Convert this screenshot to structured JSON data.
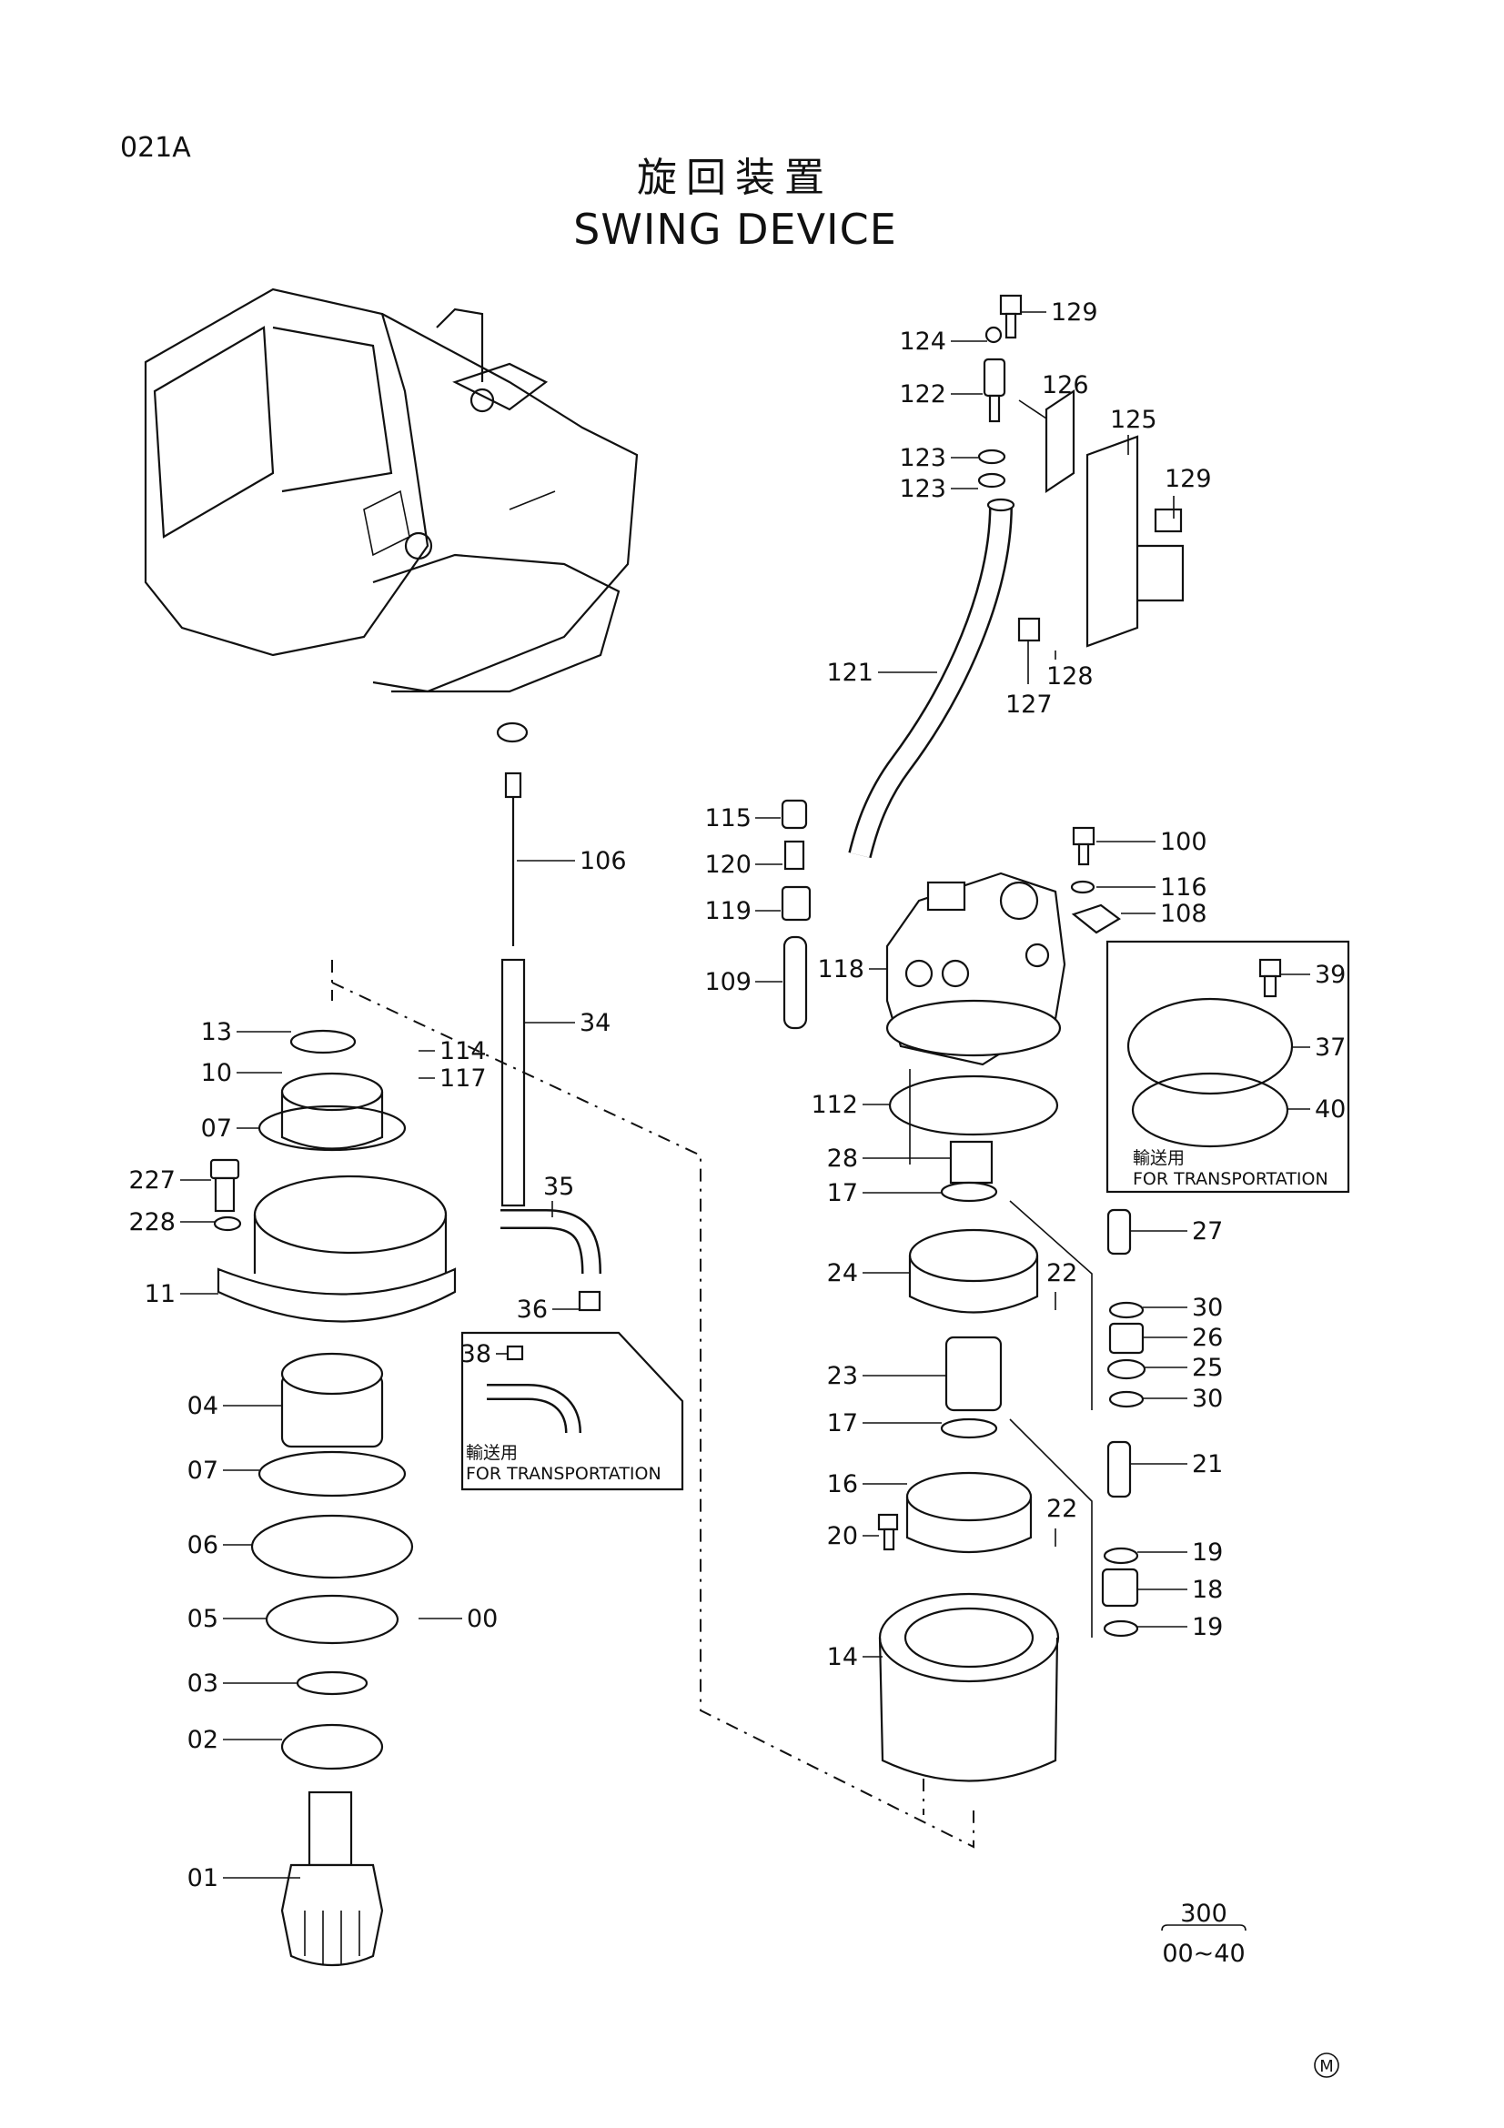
{
  "page": {
    "page_id": "021A",
    "title_jp": "旋回装置",
    "title_en": "SWING DEVICE",
    "group_number": "300",
    "group_range": "00~40",
    "mark": "M"
  },
  "insets": {
    "transport_left_label_jp": "輸送用",
    "transport_left_label_en": "FOR TRANSPORTATION",
    "transport_right_label_jp": "輸送用",
    "transport_right_label_en": "FOR TRANSPORTATION"
  },
  "callouts": [
    {
      "id": "c129a",
      "label": "129"
    },
    {
      "id": "c124",
      "label": "124"
    },
    {
      "id": "c122",
      "label": "122"
    },
    {
      "id": "c126",
      "label": "126"
    },
    {
      "id": "c125",
      "label": "125"
    },
    {
      "id": "c123a",
      "label": "123"
    },
    {
      "id": "c123b",
      "label": "123"
    },
    {
      "id": "c129b",
      "label": "129"
    },
    {
      "id": "c121",
      "label": "121"
    },
    {
      "id": "c128",
      "label": "128"
    },
    {
      "id": "c127",
      "label": "127"
    },
    {
      "id": "c115",
      "label": "115"
    },
    {
      "id": "c120",
      "label": "120"
    },
    {
      "id": "c119",
      "label": "119"
    },
    {
      "id": "c109",
      "label": "109"
    },
    {
      "id": "c118",
      "label": "118"
    },
    {
      "id": "c100",
      "label": "100"
    },
    {
      "id": "c116",
      "label": "116"
    },
    {
      "id": "c108",
      "label": "108"
    },
    {
      "id": "c39",
      "label": "39"
    },
    {
      "id": "c37",
      "label": "37"
    },
    {
      "id": "c40",
      "label": "40"
    },
    {
      "id": "c112",
      "label": "112"
    },
    {
      "id": "c28",
      "label": "28"
    },
    {
      "id": "c17a",
      "label": "17"
    },
    {
      "id": "c27",
      "label": "27"
    },
    {
      "id": "c24",
      "label": "24"
    },
    {
      "id": "c22a",
      "label": "22"
    },
    {
      "id": "c30a",
      "label": "30"
    },
    {
      "id": "c26",
      "label": "26"
    },
    {
      "id": "c25",
      "label": "25"
    },
    {
      "id": "c30b",
      "label": "30"
    },
    {
      "id": "c23",
      "label": "23"
    },
    {
      "id": "c17b",
      "label": "17"
    },
    {
      "id": "c21",
      "label": "21"
    },
    {
      "id": "c16",
      "label": "16"
    },
    {
      "id": "c22b",
      "label": "22"
    },
    {
      "id": "c20",
      "label": "20"
    },
    {
      "id": "c19a",
      "label": "19"
    },
    {
      "id": "c18",
      "label": "18"
    },
    {
      "id": "c19b",
      "label": "19"
    },
    {
      "id": "c14",
      "label": "14"
    },
    {
      "id": "c106",
      "label": "106"
    },
    {
      "id": "c34",
      "label": "34"
    },
    {
      "id": "c13",
      "label": "13"
    },
    {
      "id": "c114",
      "label": "114"
    },
    {
      "id": "c117",
      "label": "117"
    },
    {
      "id": "c10",
      "label": "10"
    },
    {
      "id": "c07a",
      "label": "07"
    },
    {
      "id": "c227",
      "label": "227"
    },
    {
      "id": "c35",
      "label": "35"
    },
    {
      "id": "c228",
      "label": "228"
    },
    {
      "id": "c11",
      "label": "11"
    },
    {
      "id": "c36",
      "label": "36"
    },
    {
      "id": "c38",
      "label": "38"
    },
    {
      "id": "c04",
      "label": "04"
    },
    {
      "id": "c07b",
      "label": "07"
    },
    {
      "id": "c06",
      "label": "06"
    },
    {
      "id": "c05",
      "label": "05"
    },
    {
      "id": "c00",
      "label": "00"
    },
    {
      "id": "c03",
      "label": "03"
    },
    {
      "id": "c02",
      "label": "02"
    },
    {
      "id": "c01",
      "label": "01"
    }
  ]
}
